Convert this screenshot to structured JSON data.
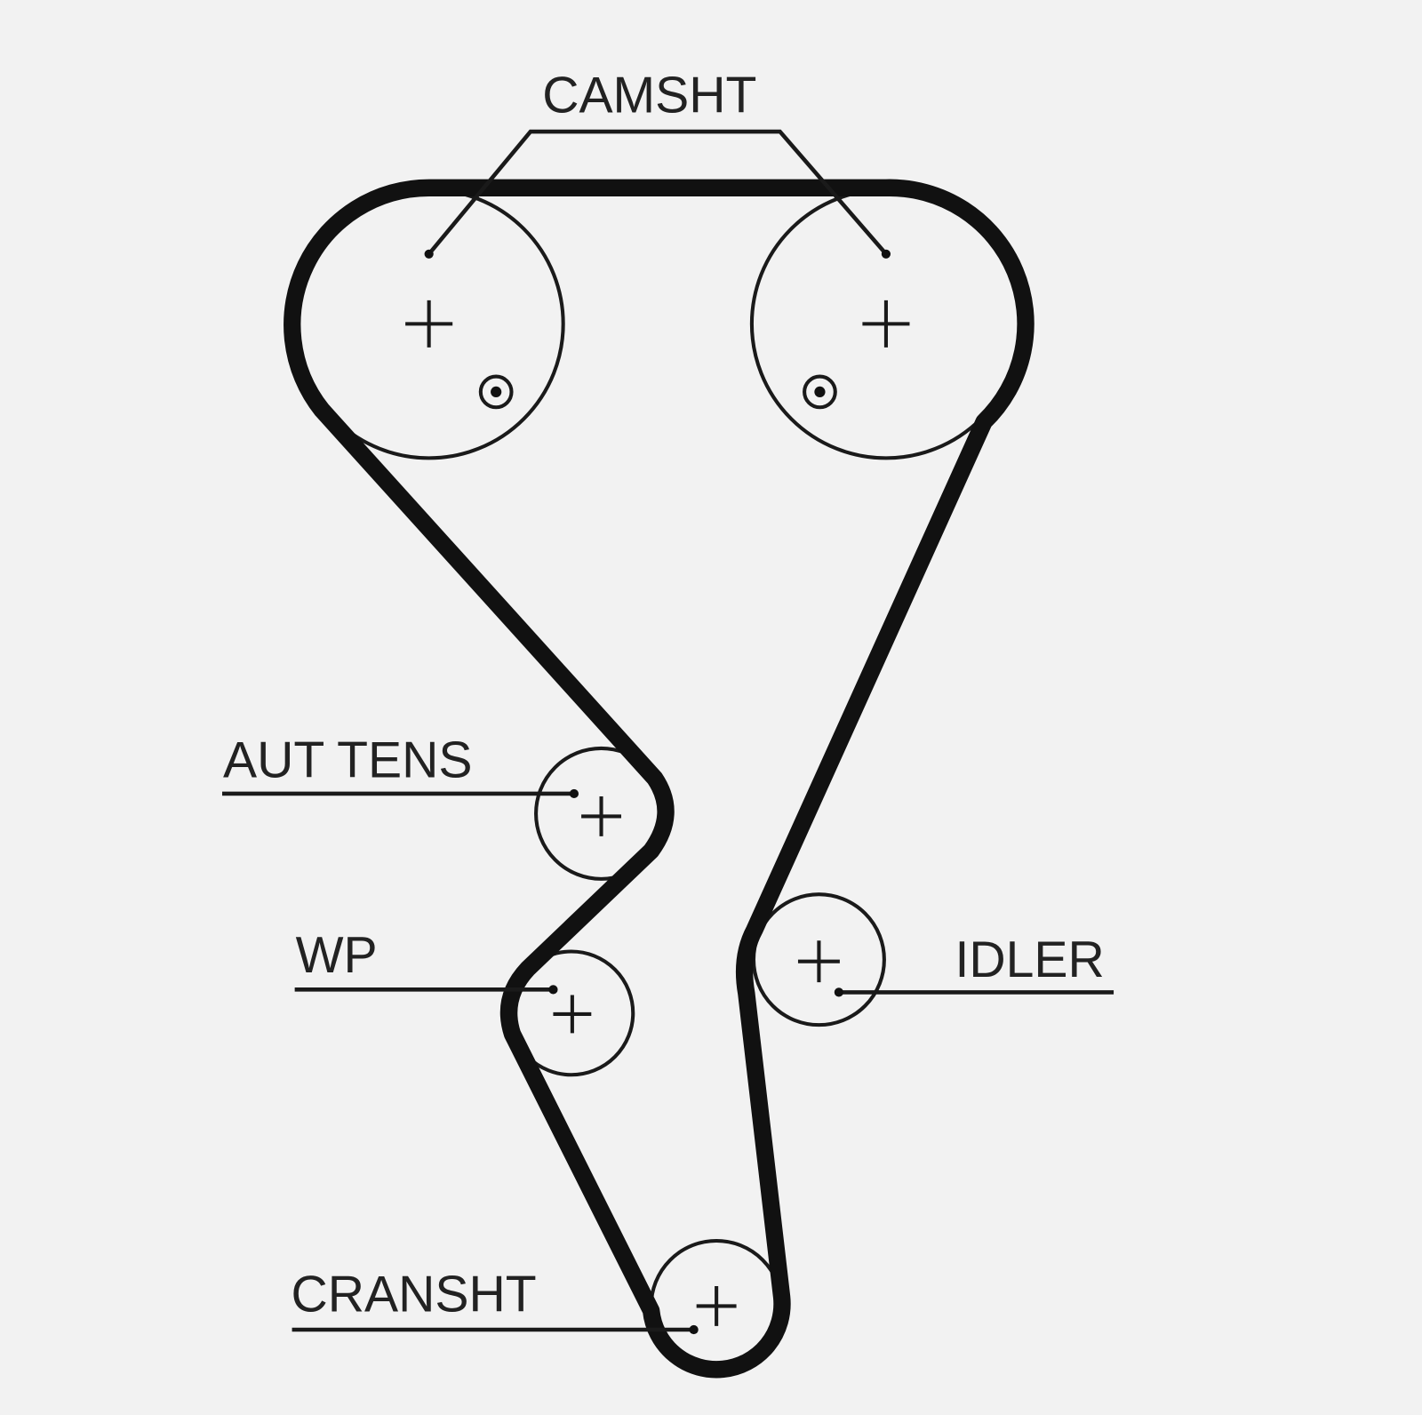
{
  "labels": {
    "camshaft": "CAMSHT",
    "auto_tensioner": "AUT TENS",
    "water_pump": "WP",
    "idler": "IDLER",
    "crankshaft": "CRANSHT"
  },
  "colors": {
    "background": "#f2f2f2",
    "ink": "#111111"
  }
}
